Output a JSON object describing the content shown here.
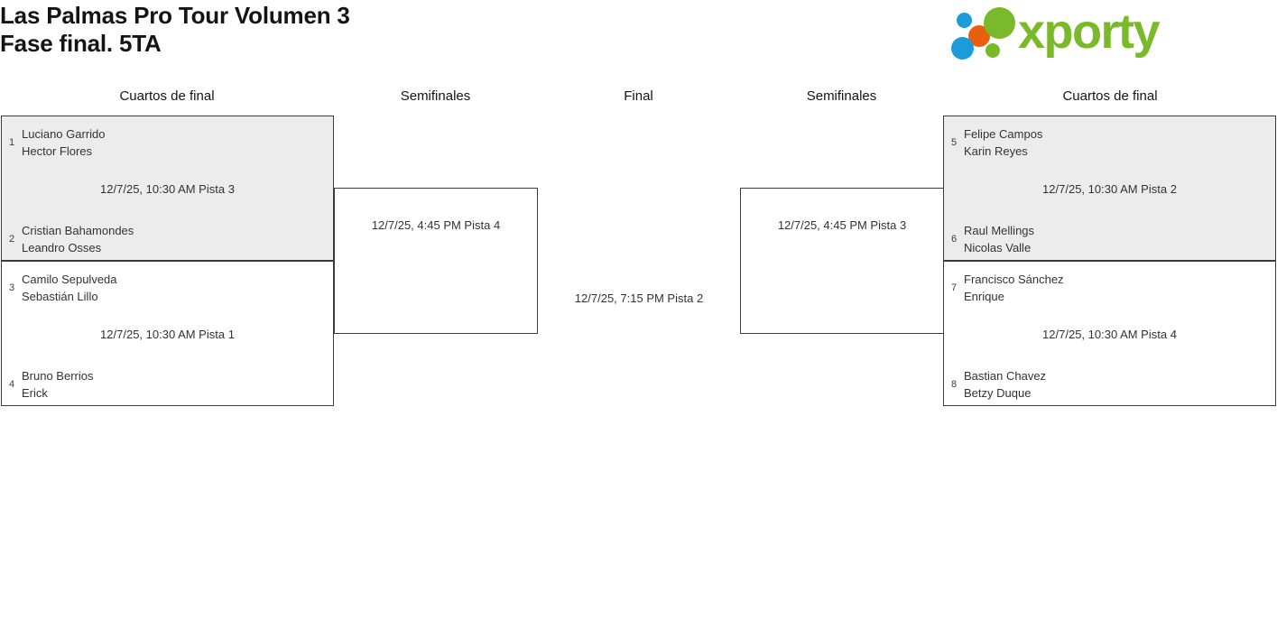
{
  "header": {
    "title_line1": "Las Palmas Pro Tour Volumen 3",
    "title_line2": "Fase final. 5TA",
    "logo_text": "xporty"
  },
  "bracket": {
    "round_headers": [
      "Cuartos de final",
      "Semifinales",
      "Final",
      "Semifinales",
      "Cuartos de final"
    ],
    "quarterfinals_left": [
      {
        "shaded": true,
        "top": {
          "seed": "1",
          "player1": "Luciano Garrido",
          "player2": "Hector Flores"
        },
        "bottom": {
          "seed": "2",
          "player1": "Cristian Bahamondes",
          "player2": "Leandro Osses"
        },
        "time": "12/7/25, 10:30 AM Pista 3"
      },
      {
        "shaded": false,
        "top": {
          "seed": "3",
          "player1": "Camilo Sepulveda",
          "player2": "Sebastián Lillo"
        },
        "bottom": {
          "seed": "4",
          "player1": "Bruno Berrios",
          "player2": "Erick"
        },
        "time": "12/7/25, 10:30 AM Pista 1"
      }
    ],
    "quarterfinals_right": [
      {
        "shaded": true,
        "top": {
          "seed": "5",
          "player1": "Felipe Campos",
          "player2": "Karin Reyes"
        },
        "bottom": {
          "seed": "6",
          "player1": "Raul Mellings",
          "player2": "Nicolas Valle"
        },
        "time": "12/7/25, 10:30 AM Pista 2"
      },
      {
        "shaded": false,
        "top": {
          "seed": "7",
          "player1": "Francisco Sánchez",
          "player2": "Enrique"
        },
        "bottom": {
          "seed": "8",
          "player1": "Bastian Chavez",
          "player2": "Betzy Duque"
        },
        "time": "12/7/25, 10:30 AM Pista 4"
      }
    ],
    "semifinal_left": {
      "time": "12/7/25, 4:45 PM Pista 4"
    },
    "semifinal_right": {
      "time": "12/7/25, 4:45 PM Pista 3"
    },
    "final": {
      "time": "12/7/25, 7:15 PM Pista 2"
    }
  },
  "colors": {
    "brand_green": "#7ab929",
    "brand_blue": "#1b9bd8",
    "brand_orange": "#e8600d",
    "box_border": "#3b3b3b",
    "box_shaded": "#ececec"
  }
}
